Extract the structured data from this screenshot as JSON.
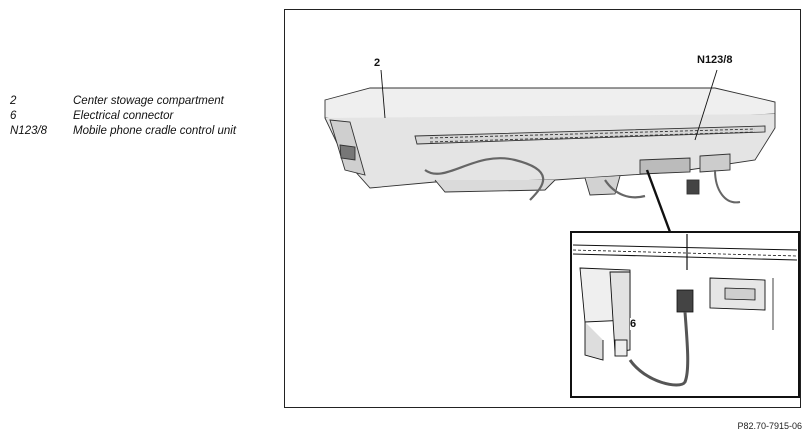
{
  "legend": [
    {
      "code": "2",
      "label": "Center stowage compartment"
    },
    {
      "code": "6",
      "label": "Electrical connector"
    },
    {
      "code": "N123/8",
      "label": "Mobile phone cradle control unit"
    }
  ],
  "callouts": {
    "c2": "2",
    "n123": "N123/8",
    "c6": "6"
  },
  "figure_ref": "P82.70-7915-06"
}
